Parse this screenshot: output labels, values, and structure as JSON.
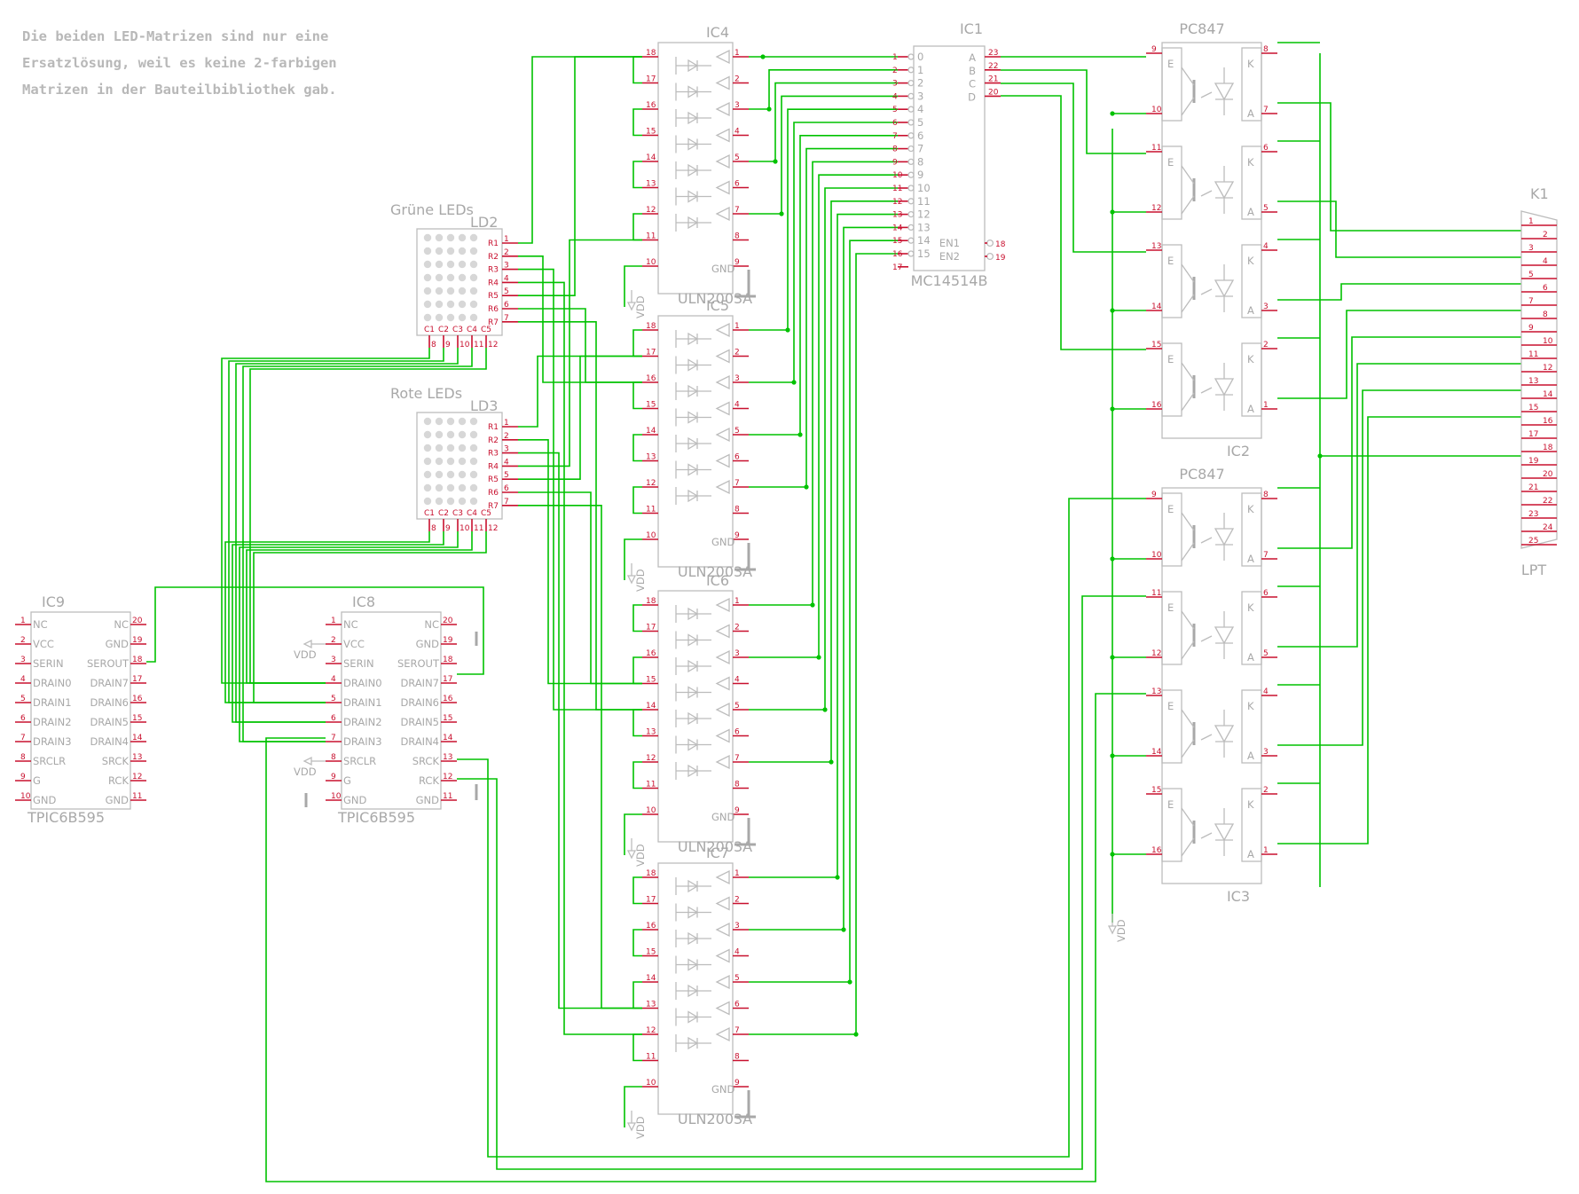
{
  "note": [
    "Die beiden LED-Matrizen sind nur eine",
    "Ersatzlösung, weil es keine 2-farbigen",
    "Matrizen in der Bauteilbibliothek gab."
  ],
  "colors": {
    "wire": "#00c200",
    "pin": "#c8102e",
    "outline": "#bcbcbc",
    "label": "#a8a8a8"
  },
  "uln": [
    {
      "name": "IC4",
      "value": "ULN2003A"
    },
    {
      "name": "IC5",
      "value": "ULN2003A"
    },
    {
      "name": "IC6",
      "value": "ULN2003A"
    },
    {
      "name": "IC7",
      "value": "ULN2003A"
    }
  ],
  "uln_pins": {
    "left": [
      "18",
      "17",
      "16",
      "15",
      "14",
      "13",
      "12",
      "11",
      "10"
    ],
    "right": [
      "1",
      "2",
      "3",
      "4",
      "5",
      "6",
      "7",
      "8",
      "9"
    ],
    "gnd": "GND"
  },
  "vdd": "VDD",
  "mc": {
    "name": "IC1",
    "value": "MC14514B",
    "outs": [
      "0",
      "1",
      "2",
      "3",
      "4",
      "5",
      "6",
      "7",
      "8",
      "9",
      "10",
      "11",
      "12",
      "13",
      "14",
      "15"
    ],
    "out_pins": [
      "1",
      "2",
      "3",
      "4",
      "5",
      "6",
      "7",
      "8",
      "9",
      "10",
      "11",
      "12",
      "13",
      "14",
      "15",
      "16",
      "17"
    ],
    "in_labels": [
      "A",
      "B",
      "C",
      "D"
    ],
    "in_pins": [
      "23",
      "22",
      "21",
      "20"
    ],
    "en_labels": [
      "EN1",
      "EN2"
    ],
    "en_pins": [
      "18",
      "19"
    ]
  },
  "matrices": [
    {
      "name": "LD2",
      "title": "Grüne LEDs"
    },
    {
      "name": "LD3",
      "title": "Rote LEDs"
    }
  ],
  "matrix_pins": {
    "rows": [
      "R1",
      "R2",
      "R3",
      "R4",
      "R5",
      "R6",
      "R7"
    ],
    "row_nums": [
      "1",
      "2",
      "3",
      "4",
      "5",
      "6",
      "7"
    ],
    "cols": [
      "C1",
      "C2",
      "C3",
      "C4",
      "C5"
    ],
    "col_nums": [
      "8",
      "9",
      "10",
      "11",
      "12"
    ]
  },
  "tpic": [
    {
      "name": "IC9",
      "value": "TPIC6B595"
    },
    {
      "name": "IC8",
      "value": "TPIC6B595"
    }
  ],
  "tpic_pins": {
    "left": [
      "NC",
      "VCC",
      "SERIN",
      "DRAIN0",
      "DRAIN1",
      "DRAIN2",
      "DRAIN3",
      "SRCLR",
      "G",
      "GND"
    ],
    "left_nums": [
      "1",
      "2",
      "3",
      "4",
      "5",
      "6",
      "7",
      "8",
      "9",
      "10"
    ],
    "right": [
      "NC",
      "GND",
      "SEROUT",
      "DRAIN7",
      "DRAIN6",
      "DRAIN5",
      "DRAIN4",
      "SRCK",
      "RCK",
      "GND"
    ],
    "right_nums": [
      "20",
      "19",
      "18",
      "17",
      "16",
      "15",
      "14",
      "13",
      "12",
      "11"
    ]
  },
  "opto": [
    {
      "name": "IC2",
      "value": "PC847"
    },
    {
      "name": "IC3",
      "value": "PC847"
    }
  ],
  "opto_pins": {
    "left": [
      "9",
      "10",
      "11",
      "12",
      "13",
      "14",
      "15",
      "16"
    ],
    "right": [
      "8",
      "7",
      "6",
      "5",
      "4",
      "3",
      "2",
      "1"
    ],
    "e": "E",
    "k": "K",
    "a": "A"
  },
  "connector": {
    "name": "K1",
    "value": "LPT",
    "pins": [
      "1",
      "2",
      "3",
      "4",
      "5",
      "6",
      "7",
      "8",
      "9",
      "10",
      "11",
      "12",
      "13",
      "14",
      "15",
      "16",
      "17",
      "18",
      "19",
      "20",
      "21",
      "22",
      "23",
      "24",
      "25"
    ]
  }
}
